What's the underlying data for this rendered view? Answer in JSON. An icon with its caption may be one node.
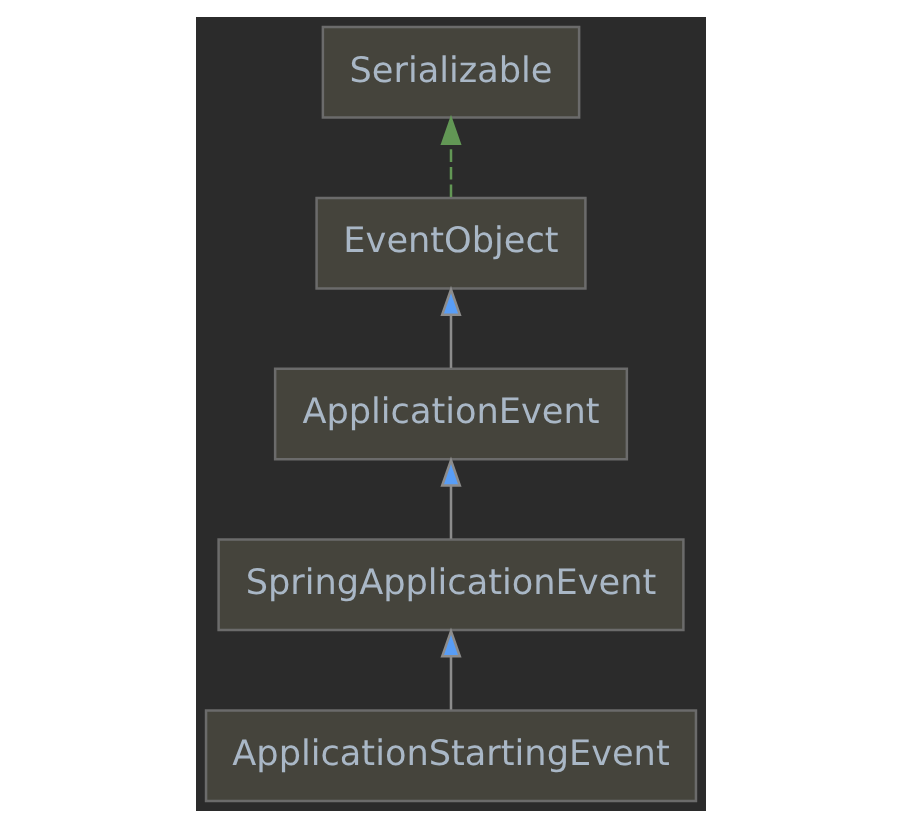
{
  "diagram": {
    "nodes": [
      {
        "text": [
          "Serializable"
        ]
      },
      {
        "text": [
          "EventObject"
        ]
      },
      {
        "text": [
          "ApplicationEvent"
        ]
      },
      {
        "text": [
          "SpringApplicationEvent"
        ]
      },
      {
        "text": [
          "ApplicationStartingEvent"
        ]
      }
    ],
    "edges": [
      {
        "from": 1,
        "to": 0,
        "arrow": "to",
        "style": "dashed",
        "color": "#629755"
      },
      {
        "from": 2,
        "to": 1,
        "arrow": "to"
      },
      {
        "from": 3,
        "to": 2,
        "arrow": "to"
      },
      {
        "from": 4,
        "to": 3,
        "arrow": "to"
      }
    ]
  }
}
